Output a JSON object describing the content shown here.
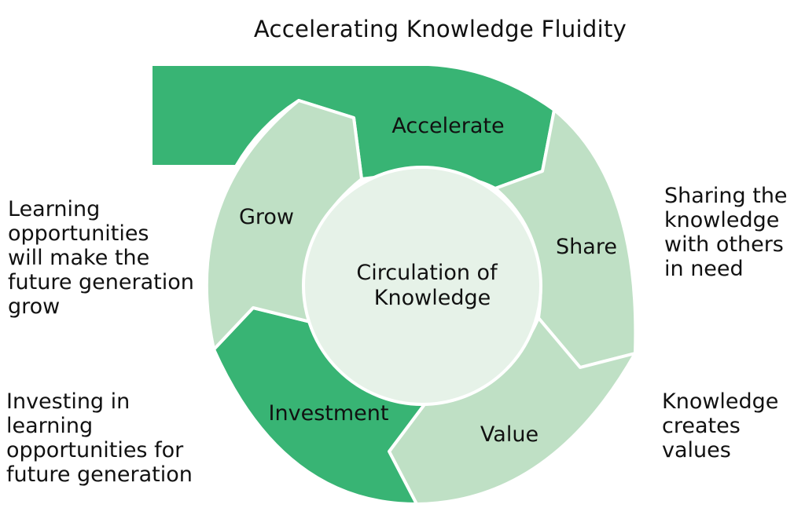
{
  "title": "Accelerating Knowledge Fluidity",
  "center": {
    "line1": "Circulation of",
    "line2": "Knowledge"
  },
  "segments": {
    "accelerate": "Accelerate",
    "share": "Share",
    "value": "Value",
    "investment": "Investment",
    "grow": "Grow"
  },
  "notes": {
    "grow": "Learning\nopportunities\nwill make the\nfuture generation\ngrow",
    "share": "Sharing the\nknowledge\nwith others\nin need",
    "value": "Knowledge\ncreates\nvalues",
    "investment": "Investing in\nlearning\nopportunities for\nfuture generation"
  },
  "colors": {
    "dark_green": "#38b474",
    "light_green": "#bfe0c5",
    "center_fill": "#e6f2e8"
  }
}
